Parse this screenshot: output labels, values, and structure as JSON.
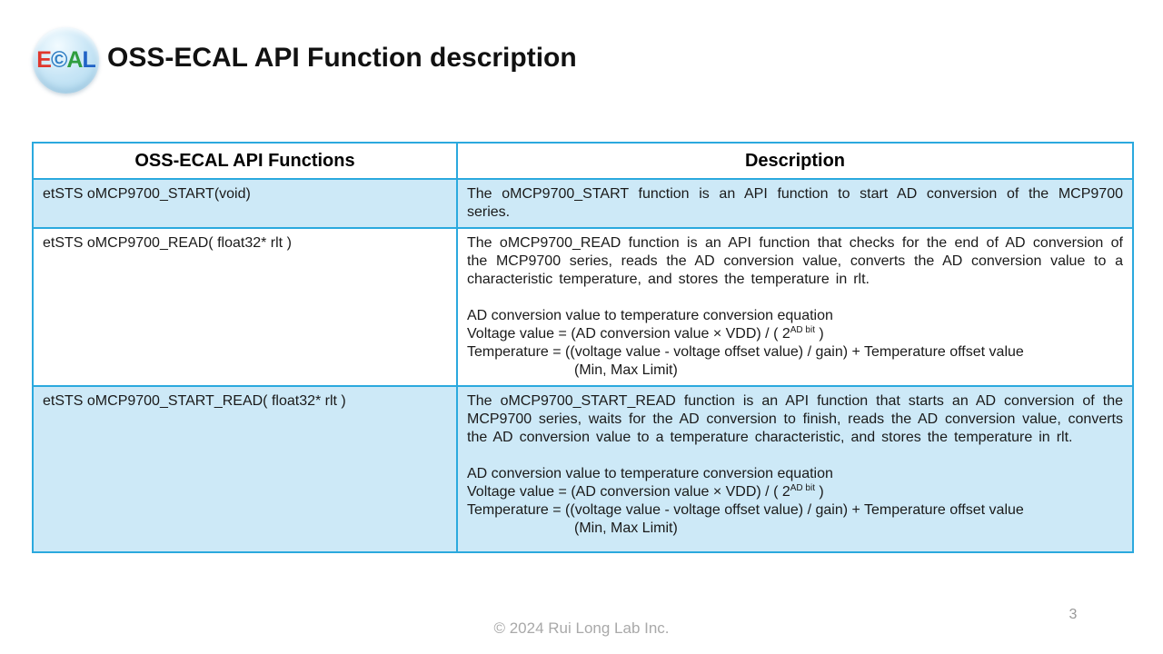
{
  "colors": {
    "table_border": "#2BA9DE",
    "row_fill": "#CDE9F7",
    "title_color": "#111111",
    "text_color": "#1A1A1A",
    "footer_color": "#A9A9A9",
    "logo_bg": "#C9E6F6"
  },
  "logo": {
    "letters": [
      {
        "char": "E",
        "style": "color:#E0362C"
      },
      {
        "char": "©",
        "style": "color:#2E7CC3"
      },
      {
        "char": "A",
        "style": "color:#2F9E3F"
      },
      {
        "char": "L",
        "style": "color:#2163C6"
      }
    ]
  },
  "title": "OSS-ECAL API Function description",
  "table": {
    "headers": [
      "OSS-ECAL API Functions",
      "Description"
    ],
    "rows": [
      {
        "function": "etSTS oMCP9700_START(void)",
        "paragraph": "The oMCP9700_START function is an API function to start AD conversion of the MCP9700 series."
      },
      {
        "function": "etSTS oMCP9700_READ( float32* rlt )",
        "paragraph": "The oMCP9700_READ function is an API function that checks for the end of AD conversion of the MCP9700 series, reads the AD conversion value, converts the AD conversion value to a characteristic temperature, and stores the temperature in rlt.",
        "equation": {
          "title": "AD conversion value to temperature conversion equation",
          "voltage_prefix": "Voltage value = (AD conversion value × VDD) / ( 2",
          "voltage_sup": "AD bit",
          "voltage_suffix": " )",
          "temperature_line": "Temperature = ((voltage value - voltage offset value) / gain) + Temperature offset value",
          "limit_line": "(Min, Max Limit)"
        }
      },
      {
        "function": "etSTS oMCP9700_START_READ( float32* rlt )",
        "paragraph": "The oMCP9700_START_READ function is an API function that starts an AD conversion of the MCP9700 series, waits for the AD conversion to finish, reads the AD conversion value, converts the AD conversion value to a temperature characteristic, and stores the temperature in rlt.",
        "equation": {
          "title": "AD conversion value to temperature conversion equation",
          "voltage_prefix": "Voltage value = (AD conversion value × VDD) / ( 2",
          "voltage_sup": "AD bit",
          "voltage_suffix": " )",
          "temperature_line": "Temperature = ((voltage value - voltage offset value) / gain) + Temperature offset value",
          "limit_line": "(Min, Max Limit)"
        }
      }
    ]
  },
  "footer": {
    "copyright": "© 2024 Rui Long Lab Inc.",
    "page_number": "3"
  }
}
